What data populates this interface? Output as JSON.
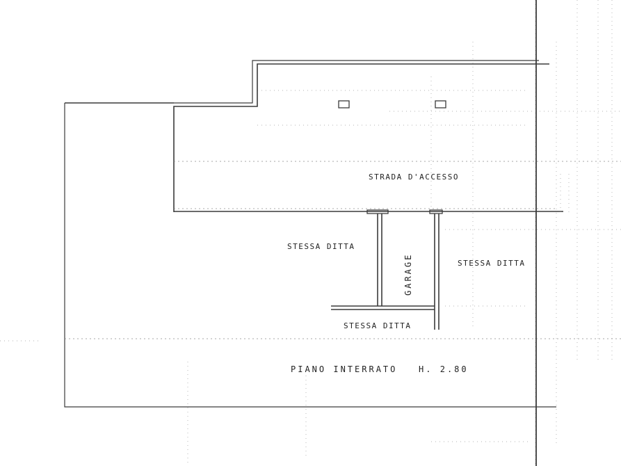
{
  "labels": {
    "access_road": "STRADA D'ACCESSO",
    "same_ownership_left": "STESSA DITTA",
    "same_ownership_right": "STESSA DITTA",
    "same_ownership_bottom": "STESSA DITTA",
    "garage": "GARAGE",
    "floor_title": "PIANO INTERRATO   H. 2.80"
  }
}
